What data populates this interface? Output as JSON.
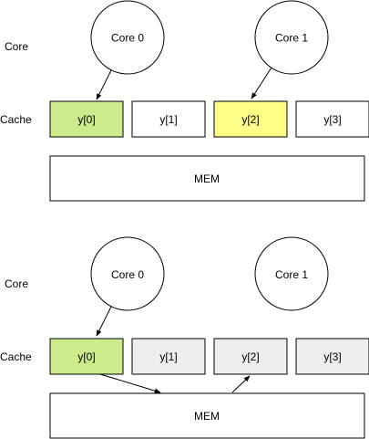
{
  "colors": {
    "stroke": "#000000",
    "core_fill": "#ffffff",
    "cache_default": "#ffffff",
    "cache_green": "#cdeb8b",
    "cache_yellow": "#ffff88",
    "cache_gray": "#eeeeee",
    "mem_fill": "#ffffff"
  },
  "scenarios": [
    {
      "row_labels": {
        "core": "Core",
        "cache": "Cache"
      },
      "cores": [
        {
          "label": "Core 0"
        },
        {
          "label": "Core 1"
        }
      ],
      "cache_cells": [
        {
          "label": "y[0]",
          "fill": "green"
        },
        {
          "label": "y[1]",
          "fill": "default"
        },
        {
          "label": "y[2]",
          "fill": "yellow"
        },
        {
          "label": "y[3]",
          "fill": "default"
        }
      ],
      "mem_label": "MEM",
      "edges": [
        {
          "from": "core-0",
          "to": "cache-0"
        },
        {
          "from": "core-1",
          "to": "cache-2"
        }
      ]
    },
    {
      "row_labels": {
        "core": "Core",
        "cache": "Cache"
      },
      "cores": [
        {
          "label": "Core 0"
        },
        {
          "label": "Core 1"
        }
      ],
      "cache_cells": [
        {
          "label": "y[0]",
          "fill": "green"
        },
        {
          "label": "y[1]",
          "fill": "gray"
        },
        {
          "label": "y[2]",
          "fill": "gray"
        },
        {
          "label": "y[3]",
          "fill": "gray"
        }
      ],
      "mem_label": "MEM",
      "edges": [
        {
          "from": "core-0",
          "to": "cache-0"
        },
        {
          "from": "cache-0",
          "to": "mem"
        },
        {
          "from": "mem",
          "to": "cache-2"
        }
      ]
    }
  ]
}
